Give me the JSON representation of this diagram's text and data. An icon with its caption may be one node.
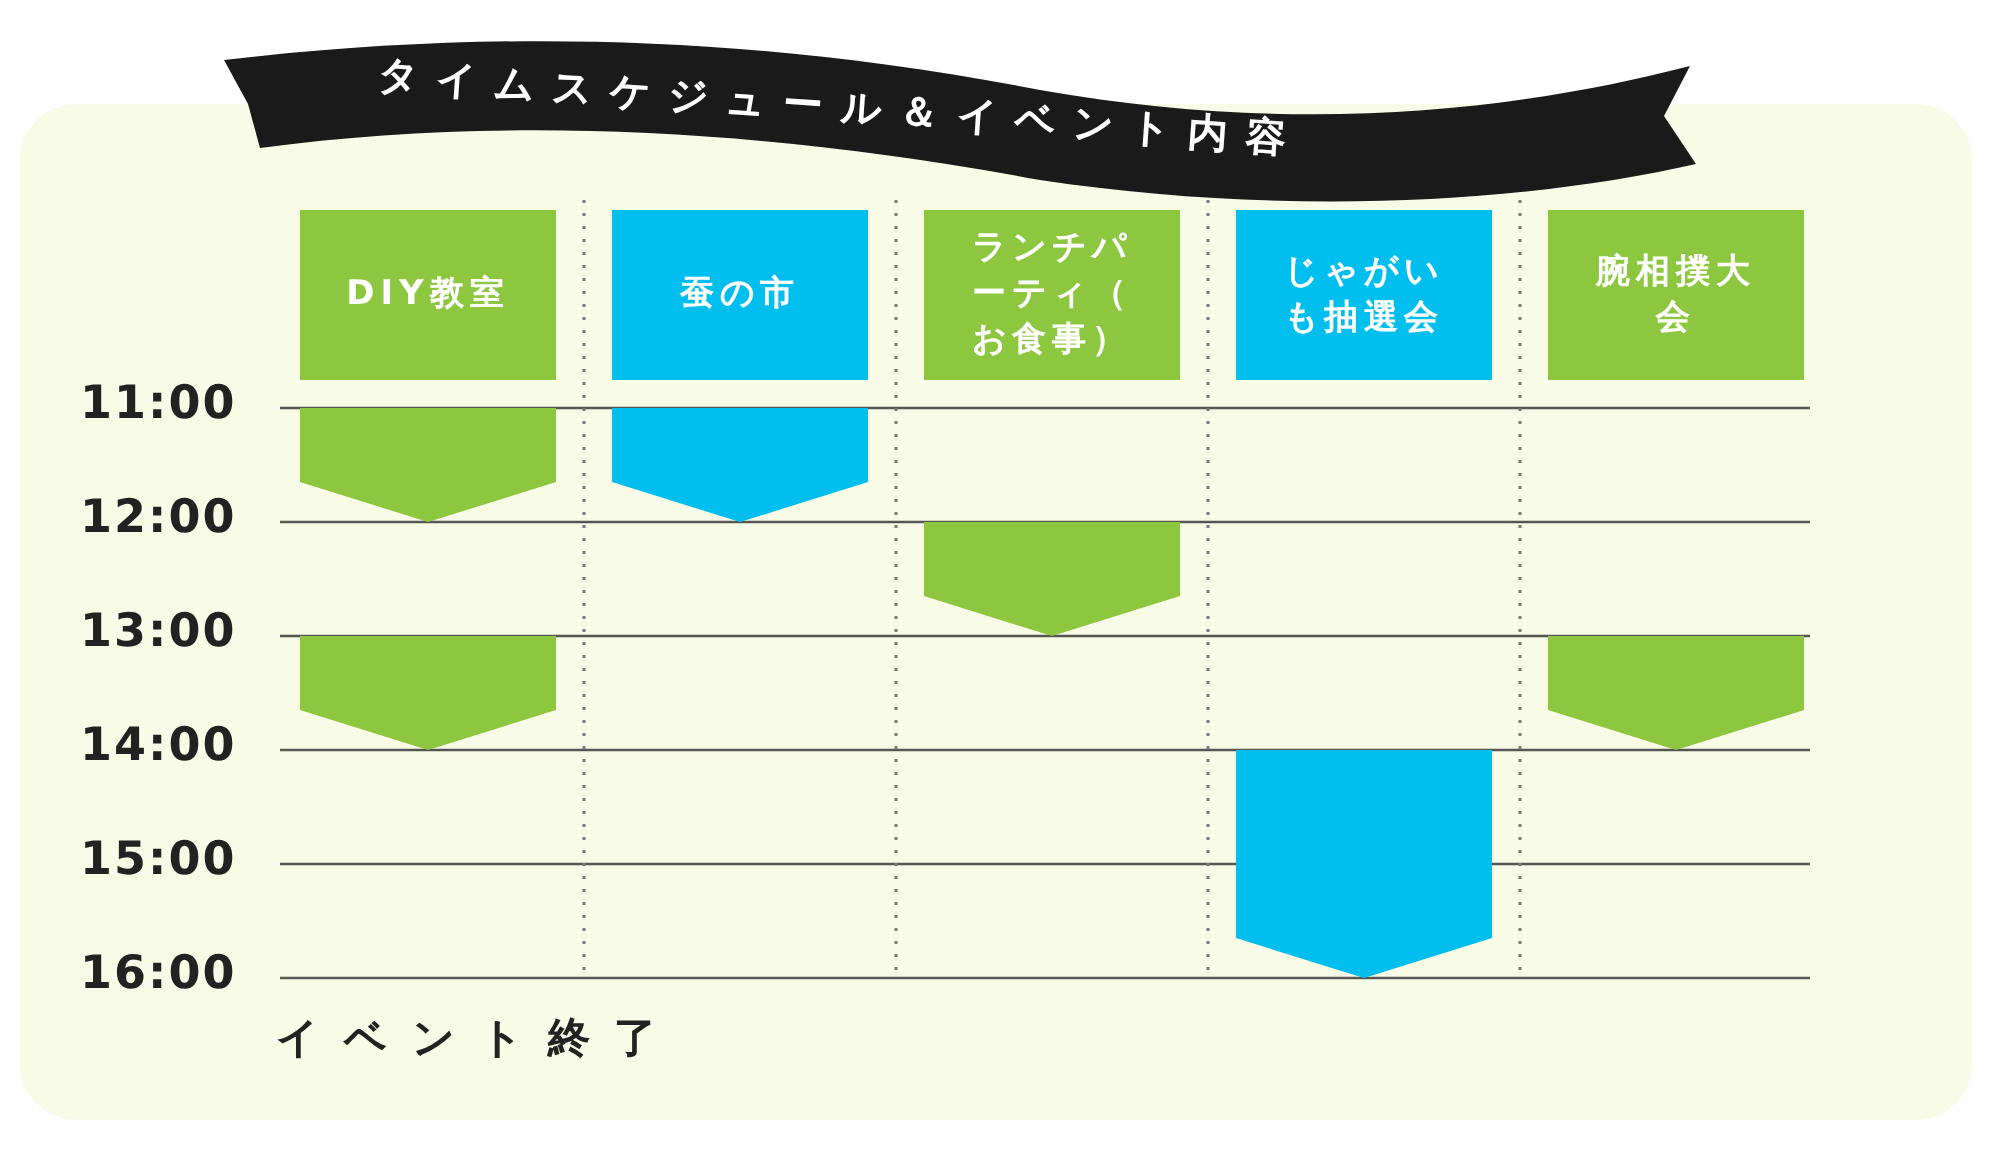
{
  "diagram": {
    "title": "タイムスケジュール＆イベント内容",
    "nodes": [
      {
        "text": [
          "DIY教室"
        ]
      },
      {
        "text": [
          "蚕の市"
        ]
      },
      {
        "text": [
          "ランチパーティ（お食事）"
        ]
      },
      {
        "text": [
          "じゃがいも抽選会"
        ]
      },
      {
        "text": [
          "腕相撲大会"
        ]
      },
      {
        "text": [],
        "shape": "bar"
      },
      {
        "text": [],
        "shape": "bar"
      },
      {
        "text": [],
        "shape": "bar"
      },
      {
        "text": [],
        "shape": "bar"
      },
      {
        "text": [],
        "shape": "bar"
      },
      {
        "text": [],
        "shape": "bar"
      }
    ],
    "labels": [
      "11:00",
      "12:00",
      "13:00",
      "14:00",
      "15:00",
      "16:00",
      "イベント終了"
    ]
  }
}
